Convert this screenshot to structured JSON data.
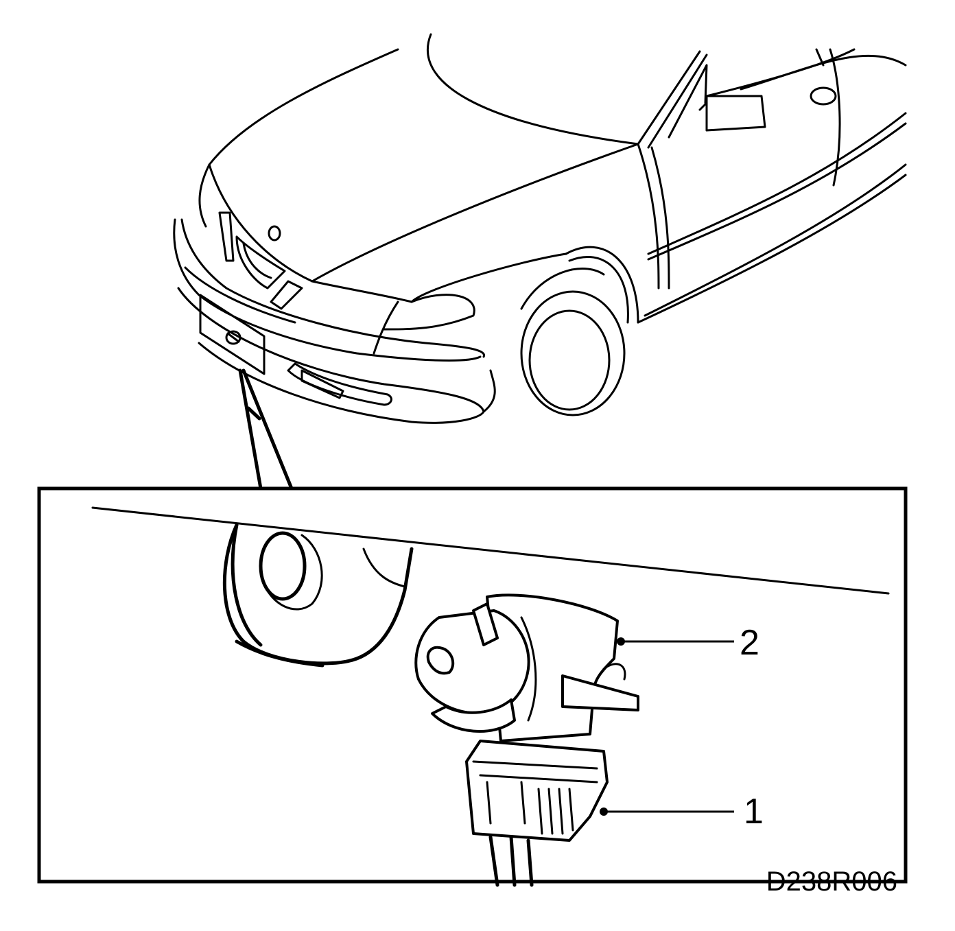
{
  "callouts": [
    {
      "number": "1",
      "part": "connector"
    },
    {
      "number": "2",
      "part": "bulb-holder"
    }
  ],
  "figure_code": "D238R006"
}
